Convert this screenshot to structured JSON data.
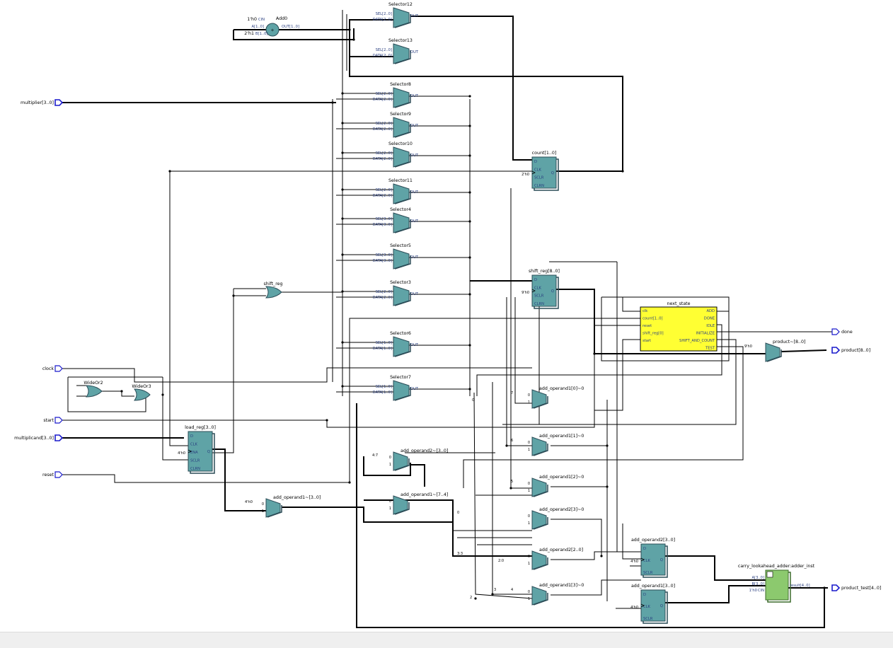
{
  "colors": {
    "block_fill": "#5fa3a6",
    "block_stroke": "#2b4c57",
    "state_fill": "#ffff33",
    "adder_fill": "#8cc96e",
    "io_stroke": "#1a1acc",
    "wire": "#000000",
    "pin_text": "#2a3f80"
  },
  "io": {
    "inputs": [
      {
        "id": "multiplier",
        "label": "multiplier[3..0]",
        "bus": true
      },
      {
        "id": "clock",
        "label": "clock",
        "bus": false
      },
      {
        "id": "start",
        "label": "start",
        "bus": false
      },
      {
        "id": "multiplicand",
        "label": "multiplicand[3..0]",
        "bus": true
      },
      {
        "id": "reset",
        "label": "reset",
        "bus": false
      }
    ],
    "outputs": [
      {
        "id": "done",
        "label": "done",
        "bus": false
      },
      {
        "id": "product",
        "label": "product[8..0]",
        "bus": true
      },
      {
        "id": "product_test",
        "label": "product_test[4..0]",
        "bus": true
      }
    ]
  },
  "adder": {
    "name": "Add0",
    "const_cin": "1'h0",
    "cin_pin": "CIN",
    "pin_a": "A[1..0]",
    "const_b": "2'h1",
    "pin_b": "B[1..0]",
    "pin_out": "OUT[1..0]",
    "symbol": "+"
  },
  "selectors": [
    {
      "id": "s12",
      "name": "Selector12",
      "sel": "SEL[2..0]",
      "data": "DATA[2..0]",
      "out": "OUT"
    },
    {
      "id": "s13",
      "name": "Selector13",
      "sel": "SEL[2..0]",
      "data": "DATA[2..0]",
      "out": "OUT"
    },
    {
      "id": "s8",
      "name": "Selector8",
      "sel": "SEL[2..0]",
      "data": "DATA[2..0]",
      "out": "OUT"
    },
    {
      "id": "s9",
      "name": "Selector9",
      "sel": "SEL[2..0]",
      "data": "DATA[2..0]",
      "out": "OUT"
    },
    {
      "id": "s10",
      "name": "Selector10",
      "sel": "SEL[2..0]",
      "data": "DATA[2..0]",
      "out": "OUT"
    },
    {
      "id": "s11",
      "name": "Selector11",
      "sel": "SEL[2..0]",
      "data": "DATA[2..0]",
      "out": "OUT"
    },
    {
      "id": "s4",
      "name": "Selector4",
      "sel": "SEL[3..0]",
      "data": "DATA[3..0]",
      "out": "OUT"
    },
    {
      "id": "s5",
      "name": "Selector5",
      "sel": "SEL[3..0]",
      "data": "DATA[3..0]",
      "out": "OUT"
    },
    {
      "id": "s3",
      "name": "Selector3",
      "sel": "SEL[2..0]",
      "data": "DATA[2..0]",
      "out": "OUT"
    },
    {
      "id": "s6",
      "name": "Selector6",
      "sel": "SEL[1..0]",
      "data": "DATA[1..0]",
      "out": "OUT"
    },
    {
      "id": "s7",
      "name": "Selector7",
      "sel": "SEL[1..0]",
      "data": "DATA[1..0]",
      "out": "OUT"
    }
  ],
  "registers": [
    {
      "id": "count",
      "name": "count[1..0]",
      "const": "2'h0",
      "pins": [
        "D",
        "CLK",
        "SCLR",
        "CLRN"
      ],
      "q": "Q"
    },
    {
      "id": "shiftreg",
      "name": "shift_reg[8..0]",
      "const": "9'h0",
      "pins": [
        "D",
        "CLK",
        "SCLR",
        "CLRN"
      ],
      "q": "Q"
    },
    {
      "id": "loadreg",
      "name": "load_reg[3..0]",
      "const": "4'h0",
      "pins": [
        "D",
        "CLK",
        "ENA",
        "SCLR",
        "CLRN"
      ],
      "q": "Q"
    },
    {
      "id": "op2reg",
      "name": "add_operand2[3..0]",
      "const": "4'h0",
      "pins": [
        "D",
        "CLK",
        "SCLR"
      ],
      "q": "Q"
    },
    {
      "id": "op1reg",
      "name": "add_operand1[3..0]",
      "const": "4'h0",
      "pins": [
        "D",
        "CLK",
        "SCLR"
      ],
      "q": "Q"
    }
  ],
  "gates": [
    {
      "id": "shiftreg_or",
      "name": "shift_reg"
    },
    {
      "id": "wideor2",
      "name": "WideOr2"
    },
    {
      "id": "wideor3",
      "name": "WideOr3"
    }
  ],
  "state": {
    "name": "next_state",
    "inputs": [
      "clk",
      "count[1..0]",
      "reset",
      "shift_reg[0]",
      "start"
    ],
    "outputs": [
      "ADD",
      "DONE",
      "IDLE",
      "INITIALIZE",
      "SHIFT_AND_COUNT",
      "TEST"
    ]
  },
  "muxes": [
    {
      "id": "m_a10",
      "name": "add_operand1[0]~0",
      "in0": "0",
      "in1": "1",
      "c0": "7",
      "c1": ""
    },
    {
      "id": "m_a11",
      "name": "add_operand1[1]~0",
      "in0": "0",
      "in1": "1",
      "c0": "6",
      "c1": ""
    },
    {
      "id": "m_a12",
      "name": "add_operand1[2]~0",
      "in0": "0",
      "in1": "1",
      "c0": "5",
      "c1": ""
    },
    {
      "id": "m_a23",
      "name": "add_operand2[3]~0",
      "in0": "0",
      "in1": "1",
      "c0": "",
      "c1": ""
    },
    {
      "id": "m_a22",
      "name": "add_operand2[2..0]",
      "in0": "0",
      "in1": "1",
      "c0": "",
      "c1": "2:0"
    },
    {
      "id": "m_a13",
      "name": "add_operand1[3]~0",
      "in0": "0",
      "in1": "1",
      "c0": "4",
      "c1": ""
    },
    {
      "id": "m_a2a",
      "name": "add_operand2~[3..0]",
      "in0": "0",
      "in1": "1",
      "c0": "4:7",
      "c1": ""
    },
    {
      "id": "m_a2b",
      "name": "add_operand1~[7..4]",
      "in0": "0",
      "in1": "1",
      "c0": "",
      "c1": ""
    },
    {
      "id": "m_a1t",
      "name": "add_operand1~[3..0]",
      "in0": "0",
      "in1": "1",
      "c0": "4'h0",
      "c1": ""
    },
    {
      "id": "m_prod",
      "name": "product~[8..0]",
      "in0": "",
      "in1": "",
      "c0": "9'h0",
      "c1": ""
    }
  ],
  "mux_consts": {
    "zero_a": "0",
    "zero_b": "0",
    "bits_a": "3:3",
    "bits_b": "3",
    "bits_c": "2"
  },
  "cla": {
    "name": "carry_lookahead_adder:adder_inst",
    "pin_a": "A[3..0]",
    "pin_b": "B[3..0]",
    "const_cin": "1'h0",
    "pin_cin": "CIN",
    "pin_out": "result[4..0]"
  }
}
